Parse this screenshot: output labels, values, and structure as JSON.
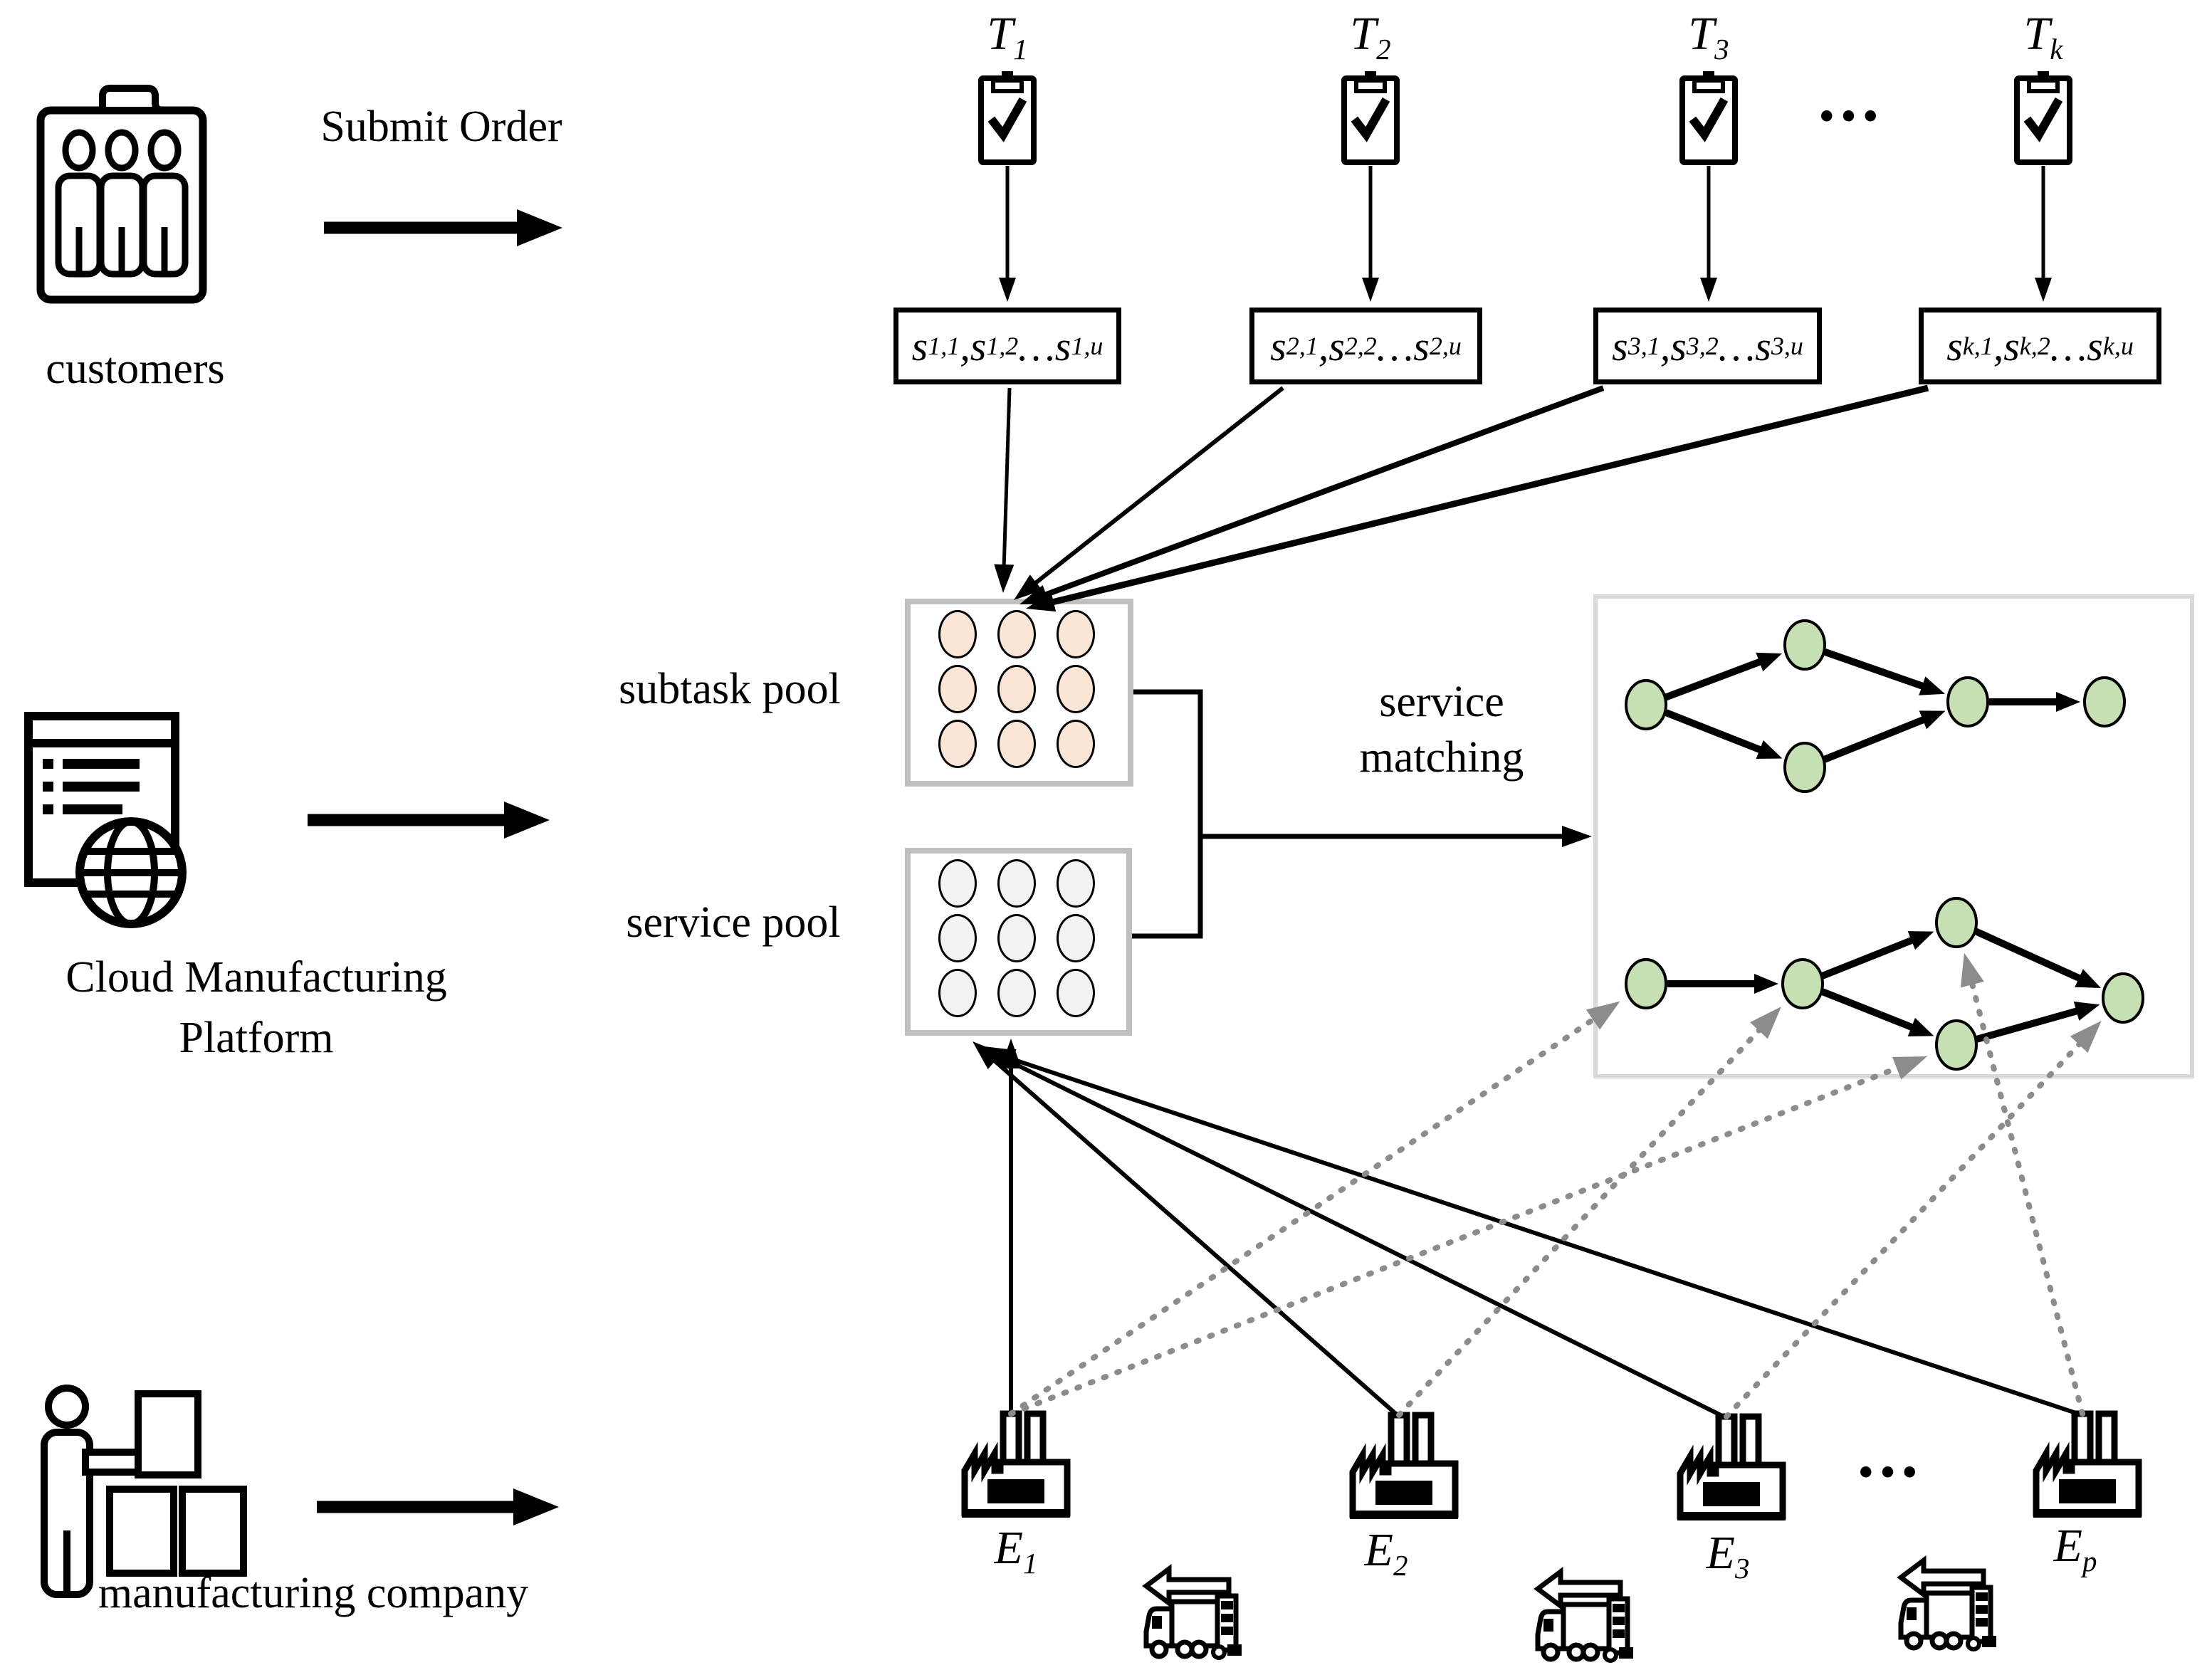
{
  "actors": {
    "customers": {
      "label": "customers",
      "action_label": "Submit Order"
    },
    "platform": {
      "label_lines": [
        "Cloud Manufacturing",
        "Platform"
      ]
    },
    "company": {
      "label": "manufacturing company"
    }
  },
  "tasks": {
    "items": [
      {
        "label": {
          "base": "T",
          "sub": "1"
        },
        "subtask_box": {
          "base": "s",
          "subs": [
            "1,1",
            "1,2",
            "1,u"
          ],
          "separator": ", ",
          "ellipsis": "…"
        }
      },
      {
        "label": {
          "base": "T",
          "sub": "2"
        },
        "subtask_box": {
          "base": "s",
          "subs": [
            "2,1",
            "2,2",
            "2,u"
          ],
          "separator": ", ",
          "ellipsis": "…"
        }
      },
      {
        "label": {
          "base": "T",
          "sub": "3"
        },
        "subtask_box": {
          "base": "s",
          "subs": [
            "3,1",
            "3,2",
            "3,u"
          ],
          "separator": ", ",
          "ellipsis": "…"
        }
      },
      {
        "label": {
          "base": "T",
          "sub": "k"
        },
        "subtask_box": {
          "base": "s",
          "subs": [
            "k,1",
            "k,2",
            "k,u"
          ],
          "separator": ", ",
          "ellipsis": "…"
        }
      }
    ],
    "ellipsis": "..."
  },
  "pools": {
    "subtask": {
      "label": "subtask pool",
      "rows": 3,
      "cols": 3
    },
    "service": {
      "label": "service pool",
      "rows": 3,
      "cols": 3
    }
  },
  "service_matching": {
    "label_lines": [
      "service",
      "matching"
    ],
    "ellipsis": "...",
    "graphs": [
      {
        "id": "workflow-1",
        "node_count": 5,
        "edges": [
          [
            0,
            1
          ],
          [
            0,
            2
          ],
          [
            1,
            3
          ],
          [
            2,
            3
          ],
          [
            3,
            4
          ]
        ]
      },
      {
        "id": "workflow-2",
        "node_count": 5,
        "edges": [
          [
            0,
            1
          ],
          [
            1,
            2
          ],
          [
            1,
            3
          ],
          [
            2,
            4
          ],
          [
            3,
            4
          ]
        ]
      }
    ]
  },
  "factories": {
    "items": [
      {
        "base": "E",
        "sub": "1"
      },
      {
        "base": "E",
        "sub": "2"
      },
      {
        "base": "E",
        "sub": "3"
      },
      {
        "base": "E",
        "sub": "p"
      }
    ],
    "ellipsis": "...",
    "truck_count": 3
  },
  "connections": {
    "task_to_subtask_pool": [
      0,
      1,
      2,
      3
    ],
    "factory_to_service_pool": [
      0,
      1,
      2,
      3
    ],
    "pools_to_matching": true,
    "factory_to_matched_service": [
      {
        "factory": 0,
        "graph": 1,
        "node": 0
      },
      {
        "factory": 0,
        "graph": 1,
        "node": 3
      },
      {
        "factory": 1,
        "graph": 1,
        "node": 1
      },
      {
        "factory": 2,
        "graph": 1,
        "node": 4
      },
      {
        "factory": 3,
        "graph": 1,
        "node": 2
      }
    ]
  },
  "colors": {
    "subtask_node": "#FBE5D6",
    "service_node": "#F2F2F2",
    "matched_node": "#C6E0B4",
    "pool_border": "#BFBFBF",
    "matching_border": "#D9D9D9",
    "dashed_arrow": "#8C8C8C",
    "ink": "#000000"
  }
}
